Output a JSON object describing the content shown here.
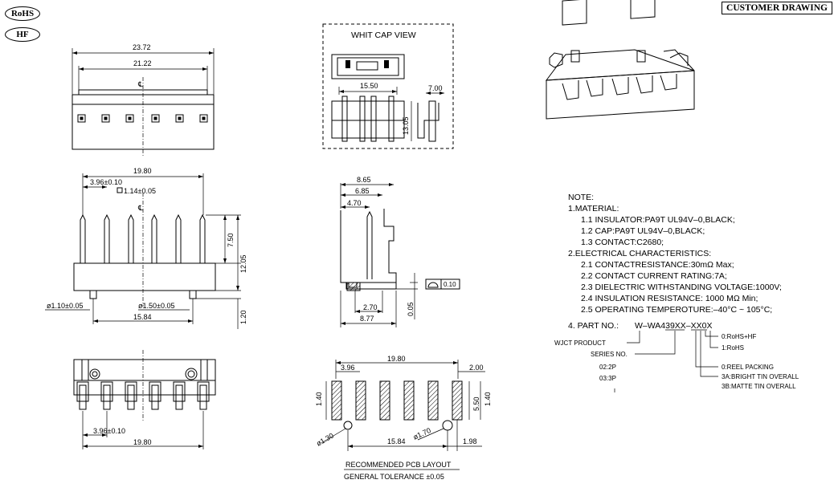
{
  "badges": {
    "rohs": "RoHS",
    "hf": "HF"
  },
  "title_box": "CUSTOMER DRAWING",
  "top_view": {
    "dim_overall": "23.72",
    "dim_inner": "21.22",
    "centerline": "℄"
  },
  "cap_view": {
    "label": "WHIT CAP VIEW",
    "dim_width": "15.50",
    "dim_depth": "7.00",
    "dim_height": "13.05"
  },
  "front_view": {
    "dim_width": "19.80",
    "dim_pitch": "3.96±0.10",
    "dim_pin": "1.14±0.05",
    "dim_pin_len": "7.50",
    "dim_height": "12.05",
    "dim_post": "1.20",
    "dim_hole_left": "ø1.10±0.05",
    "dim_hole_mid": "ø1.50±0.05",
    "dim_span": "15.84",
    "centerline": "℄"
  },
  "side_view": {
    "dim_865": "8.65",
    "dim_685": "6.85",
    "dim_470": "4.70",
    "dim_270": "2.70",
    "dim_877": "8.77",
    "dim_005": "0.05",
    "flatness": "0.10"
  },
  "bottom_view": {
    "dim_pitch": "3.96±0.10",
    "dim_width": "19.80"
  },
  "pcb": {
    "dim_width": "19.80",
    "dim_pitch": "3.96",
    "dim_200": "2.00",
    "dim_550": "5.50",
    "dim_140_left": "1.40",
    "dim_140_right": "1.40",
    "dim_hole_small": "ø1.30",
    "dim_hole_large": "ø1.70",
    "dim_span": "15.84",
    "dim_198": "1.98",
    "title": "RECOMMENDED PCB LAYOUT",
    "tolerance": "GENERAL TOLERANCE ±0.05"
  },
  "notes": {
    "heading": "NOTE:",
    "lines": [
      "1.MATERIAL:",
      "1.1  INSULATOR:PA9T  UL94V–0,BLACK;",
      "1.2  CAP:PA9T  UL94V–0,BLACK;",
      "1.3  CONTACT:C2680;",
      "2.ELECTRICAL  CHARACTERISTICS:",
      "2.1  CONTACTRESISTANCE:30mΩ  Max;",
      "2.2  CONTACT  CURRENT  RATING:7A;",
      "2.3  DIELECTRIC  WITHSTANDING  VOLTAGE:1000V;",
      "2.4  INSULATION  RESISTANCE:  1000  MΩ  Min;",
      "2.5  OPERATING  TEMPEROTURE:–40°C  ~  105°C;"
    ],
    "part_no_label": "4.  PART  NO.:",
    "part_no": "W–WA439XX–XX0X",
    "wjct": "WJCT PRODUCT",
    "series": "SERIES NO.",
    "series_02": "02:2P",
    "series_03": "03:3P",
    "opt_rohs_hf": "0:RoHS+HF",
    "opt_rohs": "1:RoHS",
    "opt_reel": "0:REEL PACKING",
    "opt_3a": "3A:BRIGHT TIN OVERALL",
    "opt_3b": "3B:MATTE TIN OVERALL"
  }
}
